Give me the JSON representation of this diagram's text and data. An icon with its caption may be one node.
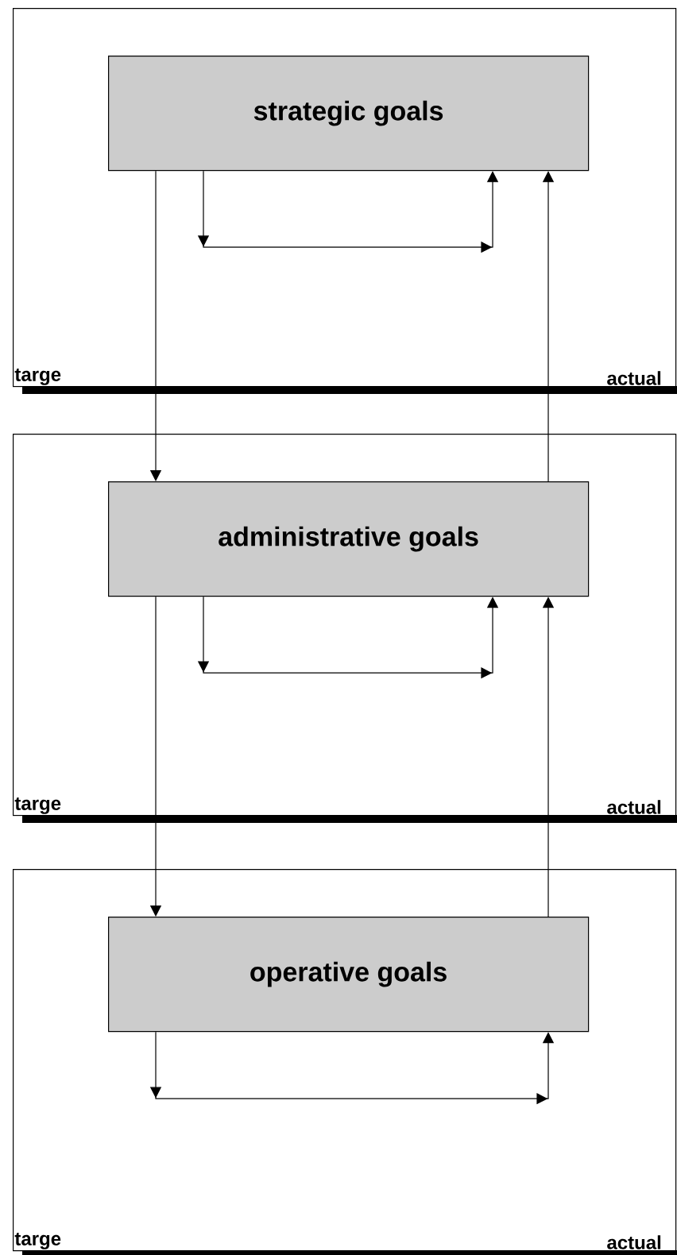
{
  "diagram": {
    "nodes": [
      {
        "text": [
          "targe",
          "actual"
        ]
      },
      {
        "text": [
          "strategic goals"
        ],
        "in": 0
      },
      {
        "text": [
          "targe",
          "actual"
        ]
      },
      {
        "text": [
          "administrative goals"
        ],
        "in": 2
      },
      {
        "text": [
          "targe",
          "actual"
        ]
      },
      {
        "text": [
          "operative goals"
        ],
        "in": 4
      }
    ],
    "edges": [
      {
        "from": 1,
        "to": 3,
        "arrow": "to"
      },
      {
        "from": 3,
        "to": 1,
        "arrow": "to"
      },
      {
        "from": 3,
        "to": 5,
        "arrow": "to"
      },
      {
        "from": 5,
        "to": 3,
        "arrow": "to"
      },
      {
        "from": 1,
        "to": 1,
        "arrow": "to"
      },
      {
        "from": 3,
        "to": 3,
        "arrow": "to"
      },
      {
        "from": 5,
        "to": 5,
        "arrow": "to"
      }
    ]
  }
}
